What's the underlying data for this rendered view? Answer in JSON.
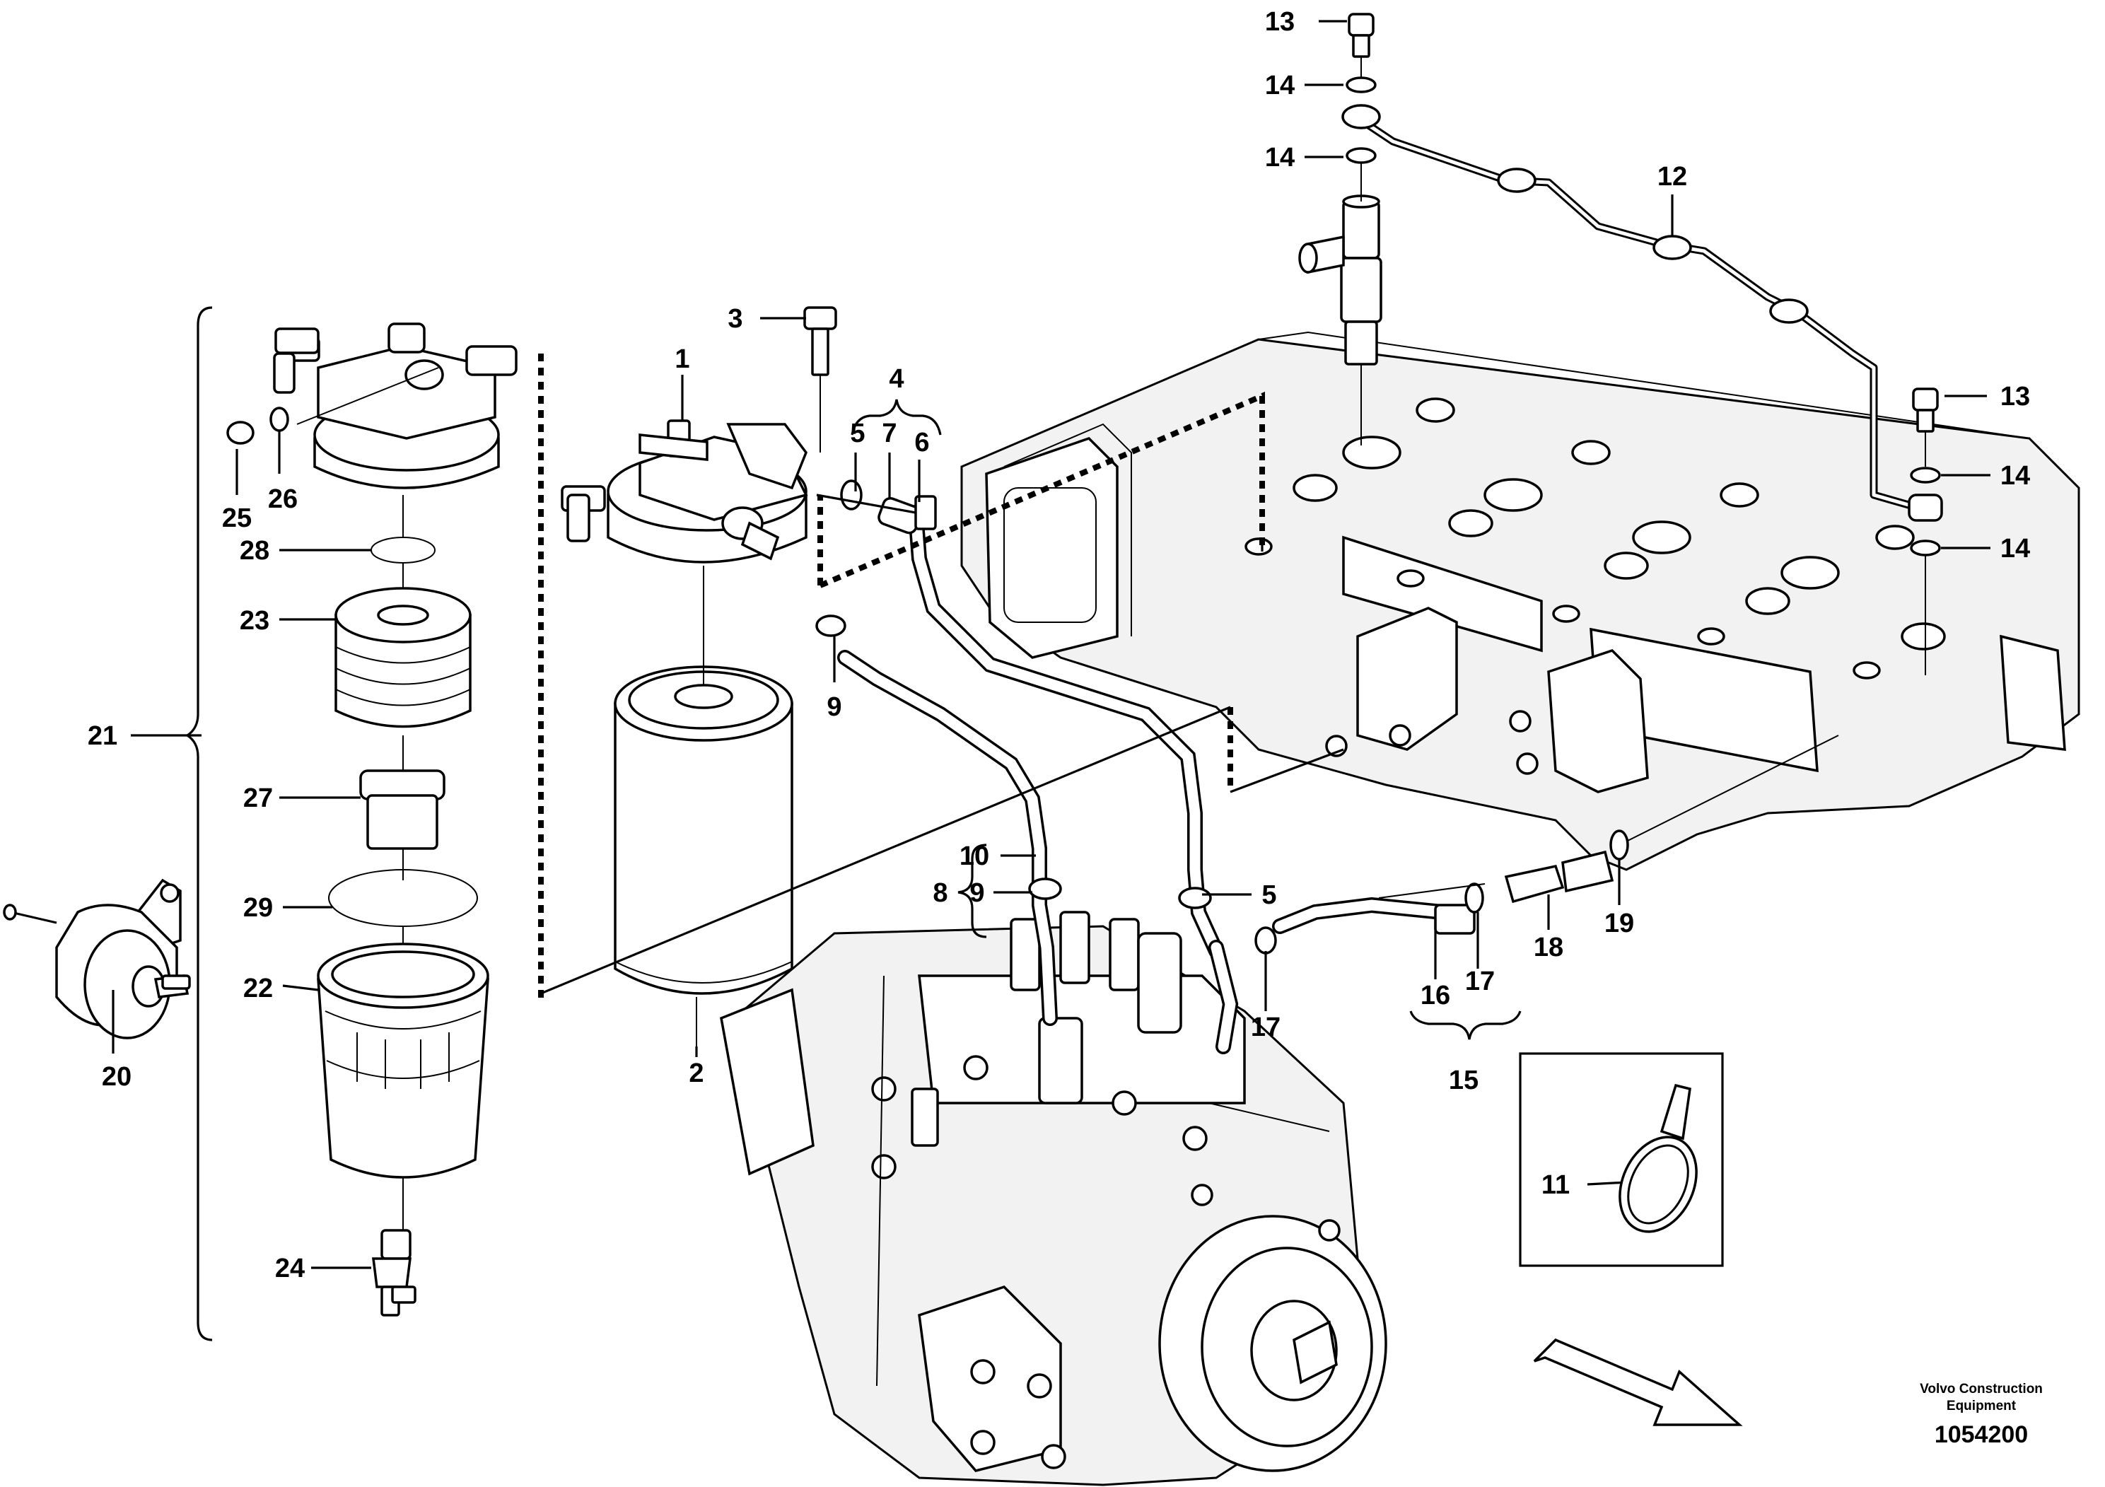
{
  "diagram": {
    "callouts": {
      "c1": "1",
      "c2": "2",
      "c3": "3",
      "c4": "4",
      "c5a": "5",
      "c5b": "5",
      "c6": "6",
      "c7": "7",
      "c8": "8",
      "c9a": "9",
      "c9b": "9",
      "c10": "10",
      "c11": "11",
      "c12": "12",
      "c13a": "13",
      "c13b": "13",
      "c14a": "14",
      "c14b": "14",
      "c14c": "14",
      "c14d": "14",
      "c15": "15",
      "c16": "16",
      "c17a": "17",
      "c17b": "17",
      "c18": "18",
      "c19": "19",
      "c20": "20",
      "c21": "21",
      "c22": "22",
      "c23": "23",
      "c24": "24",
      "c25": "25",
      "c26": "26",
      "c27": "27",
      "c28": "28",
      "c29": "29"
    },
    "brand_line1": "Volvo Construction",
    "brand_line2": "Equipment",
    "part_number": "1054200",
    "icons": {
      "direction_arrow": "direction-arrow-icon"
    }
  }
}
